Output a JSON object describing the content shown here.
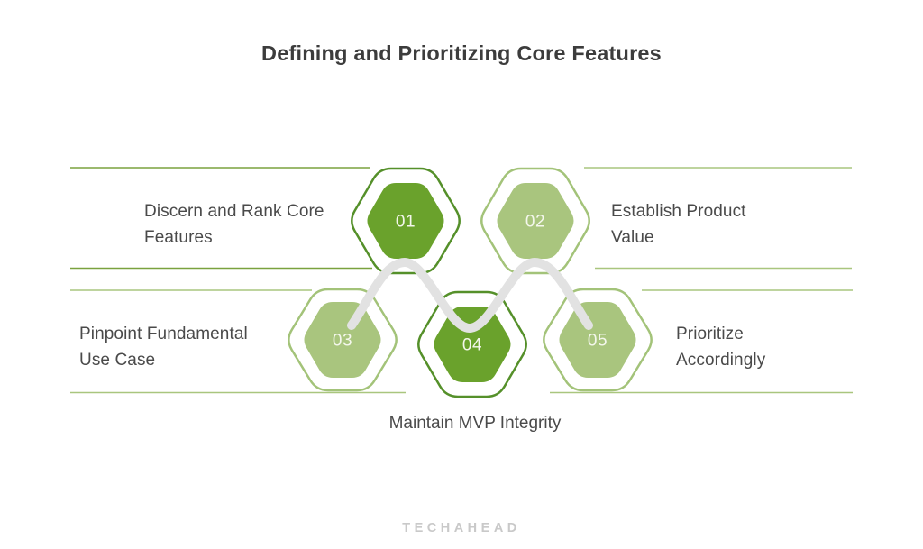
{
  "title": "Defining and Prioritizing Core Features",
  "steps": [
    {
      "number": "01",
      "label": "Discern and Rank Core Features",
      "label_lines": [
        "Discern and Rank Core",
        "Features"
      ],
      "tone": "dark"
    },
    {
      "number": "02",
      "label": "Establish Product Value",
      "label_lines": [
        "Establish Product",
        "Value"
      ],
      "tone": "light"
    },
    {
      "number": "03",
      "label": "Pinpoint Fundamental Use Case",
      "label_lines": [
        "Pinpoint Fundamental",
        "Use Case"
      ],
      "tone": "light"
    },
    {
      "number": "04",
      "label": "Maintain MVP Integrity",
      "label_lines": [
        "Maintain MVP Integrity"
      ],
      "tone": "dark"
    },
    {
      "number": "05",
      "label": "Prioritize Accordingly",
      "label_lines": [
        "Prioritize",
        "Accordingly"
      ],
      "tone": "light"
    }
  ],
  "footer": {
    "logo_text": "TECHAHEAD"
  },
  "colors": {
    "dark_green_fill": "#6AA22C",
    "dark_green_outline": "#55902A",
    "light_green_fill": "#A9C57E",
    "light_green_outline": "#A3C379",
    "band_line_dark": "#7AA23E",
    "band_line_light": "#A9C67E",
    "wave_gray": "#E2E2E2",
    "number_text": "#F4F7EC",
    "title_text": "#3C3C3C",
    "label_text": "#4A4A4A",
    "logo_text": "#C9C9C9"
  }
}
